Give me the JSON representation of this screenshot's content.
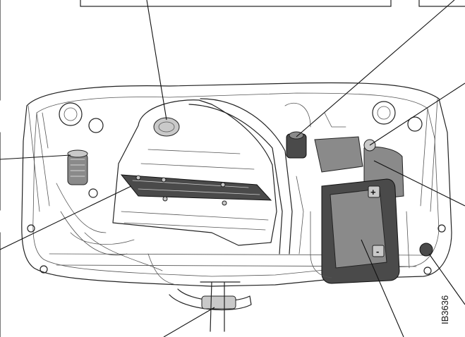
{
  "figure": {
    "code": "IB3636",
    "plus_sign": "+",
    "minus_sign": "-"
  },
  "callouts": [
    {
      "id": "oil-filler-cap"
    },
    {
      "id": "brake-fluid-reservoir"
    },
    {
      "id": "washer-fluid-reservoir"
    },
    {
      "id": "coolant-expansion-tank"
    },
    {
      "id": "power-steering-reservoir"
    },
    {
      "id": "engine-cover-plate"
    },
    {
      "id": "battery"
    },
    {
      "id": "relay-box"
    },
    {
      "id": "front-cap"
    }
  ]
}
